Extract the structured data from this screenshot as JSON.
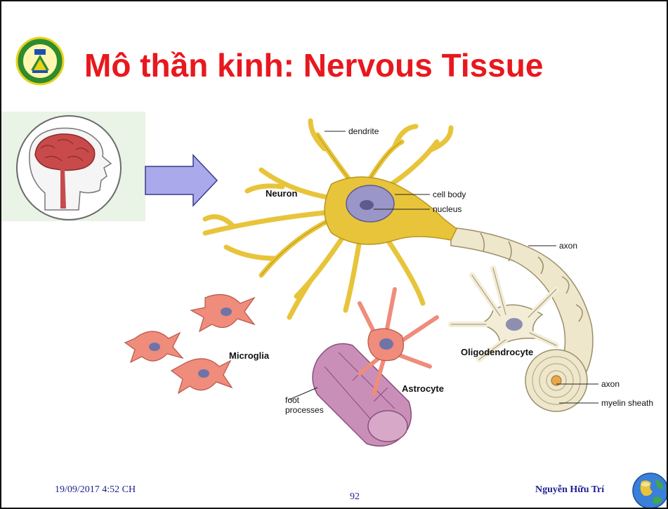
{
  "slide": {
    "title": "Mô thần kinh: Nervous Tissue",
    "footer": {
      "date": "19/09/2017 4:52 CH",
      "page_number": "92",
      "author": "Nguyễn Hữu Trí"
    }
  },
  "illustration": {
    "labels": {
      "dendrite": "dendrite",
      "neuron": "Neuron",
      "cell_body": "cell body",
      "nucleus": "nucleus",
      "axon_top": "axon",
      "microglia": "Microglia",
      "oligodendrocyte": "Oligodendrocyte",
      "astrocyte": "Astrocyte",
      "foot": "foot",
      "processes": "processes",
      "axon_bottom": "axon",
      "myelin_sheath": "myelin sheath"
    }
  },
  "colors": {
    "title": "#e8181e",
    "footer_text": "#1f1f8f",
    "neuron": "#e8c43a",
    "glia": "#ef8c7c",
    "oligodendrocyte": "#efe7cc",
    "vessel": "#c98fb8",
    "arrow": "#a9a9ec"
  },
  "icons": {
    "logo": "university-seal-icon",
    "globe": "globe-icon",
    "arrow": "right-arrow-icon",
    "brain": "brain-head-icon"
  }
}
